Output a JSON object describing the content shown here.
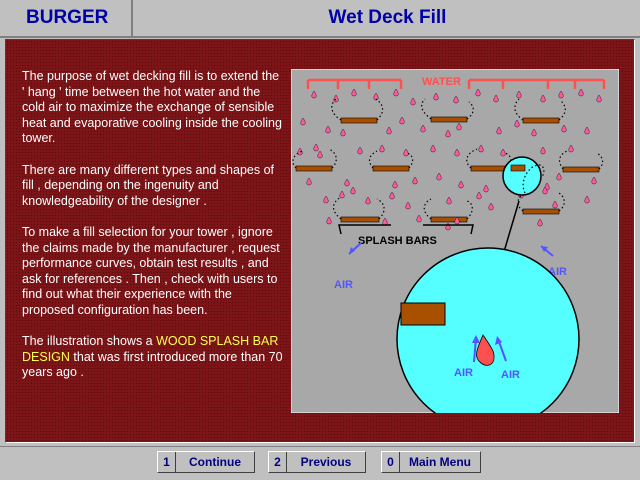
{
  "header": {
    "brand": "BURGER",
    "title": "Wet Deck Fill"
  },
  "content": {
    "p1": "The purpose of wet decking fill is to extend the ' hang ' time between the hot water and the cold air to maximize the exchange of sensible heat and evaporative cooling inside the cooling tower.",
    "p2": "There are many different types and shapes of fill , depending on the ingenuity and knowledgeability of the designer .",
    "p3": "To make a fill selection for your tower , ignore the claims made by  the manufacturer , request performance curves, obtain test results , and ask for references . Then , check with users to find out what their experience with the proposed configuration has been.",
    "p4_pre": "The illustration shows a ",
    "p4_hl": "WOOD SPLASH BAR DESIGN",
    "p4_post": " that was first introduced more than 70 years ago ."
  },
  "illustration": {
    "water_label": "WATER",
    "splash_label": "SPLASH BARS",
    "air_left": "AIR",
    "air_right": "AIR",
    "air_c1": "AIR",
    "air_c2": "AIR"
  },
  "nav": [
    {
      "key": "1",
      "label": "Continue"
    },
    {
      "key": "2",
      "label": "Previous"
    },
    {
      "key": "0",
      "label": "Main Menu"
    }
  ],
  "colors": {
    "panel": "#7d1417",
    "illus_bg": "#a8a8a8",
    "water": "#ff5050",
    "drop": "#ff58a0",
    "bar": "#a85000",
    "zoom": "#55ffff",
    "air": "#5555ff",
    "highlight": "#ffff55"
  }
}
